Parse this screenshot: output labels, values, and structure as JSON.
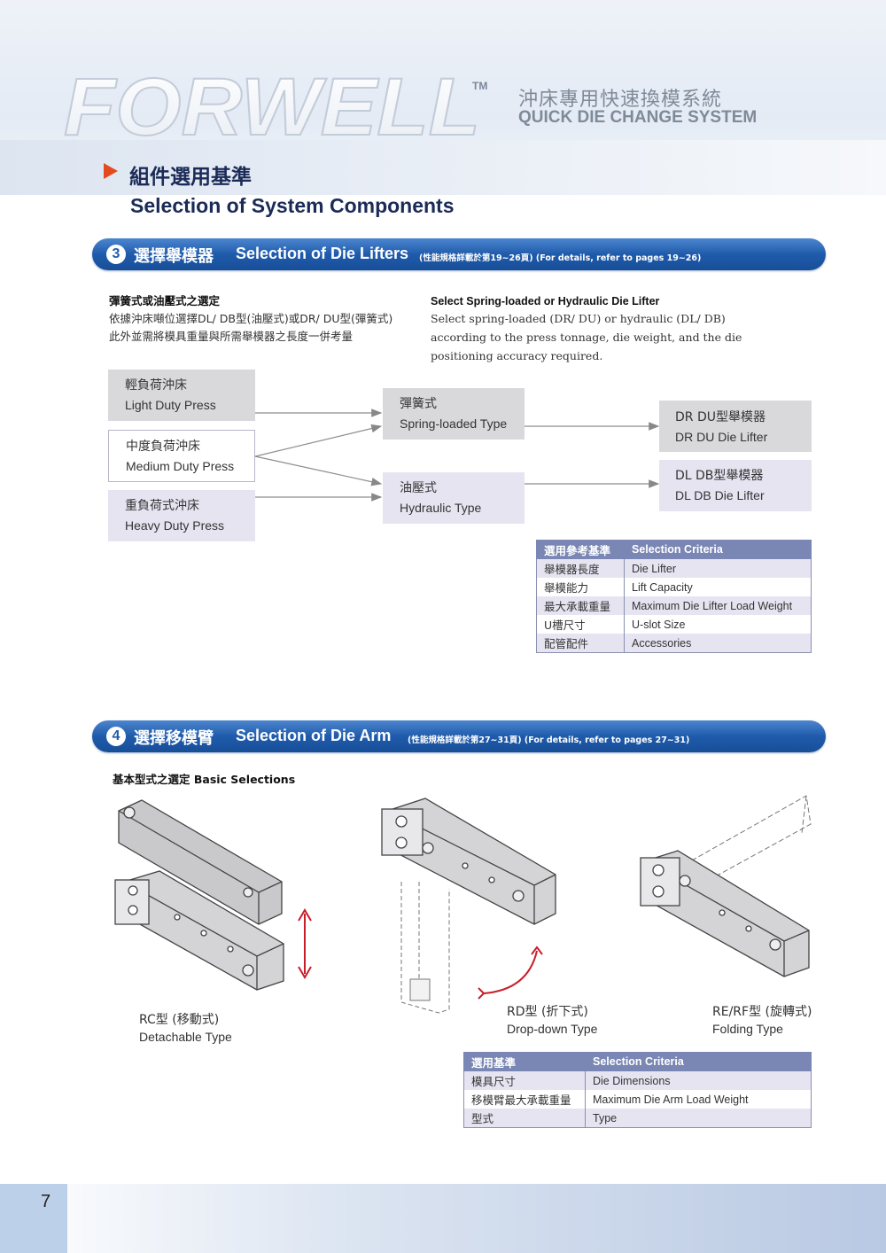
{
  "header": {
    "logo_text": "FORWELL",
    "trademark": "TM",
    "system_zh": "沖床專用快速換模系統",
    "system_en": "QUICK DIE CHANGE SYSTEM"
  },
  "page_title": {
    "zh": "組件選用基準",
    "en": "Selection of System Components"
  },
  "section3": {
    "number": "3",
    "title_zh": "選擇舉模器",
    "title_en": "Selection of Die Lifters",
    "note": "(性能規格詳載於第19~26頁) (For details, refer to pages 19~26)",
    "intro_zh_heading": "彈簧式或油壓式之選定",
    "intro_zh_line1": "依據沖床噸位選擇DL/ DB型(油壓式)或DR/ DU型(彈簧式)",
    "intro_zh_line2": "此外並需將模具重量與所需舉模器之長度一併考量",
    "intro_en_heading": "Select Spring-loaded or Hydraulic Die Lifter",
    "intro_en_line1": "Select spring-loaded (DR/ DU) or hydraulic (DL/ DB)",
    "intro_en_line2": "according to the press tonnage, die weight, and the die",
    "intro_en_line3": "positioning accuracy required.",
    "presses": [
      {
        "zh": "輕負荷沖床",
        "en": "Light Duty Press"
      },
      {
        "zh": "中度負荷沖床",
        "en": "Medium Duty Press"
      },
      {
        "zh": "重負荷式沖床",
        "en": "Heavy Duty Press"
      }
    ],
    "types": [
      {
        "zh": "彈簧式",
        "en": "Spring-loaded Type"
      },
      {
        "zh": "油壓式",
        "en": "Hydraulic Type"
      }
    ],
    "lifters": [
      {
        "zh": "DR DU型舉模器",
        "en": "DR DU Die Lifter"
      },
      {
        "zh": "DL DB型舉模器",
        "en": "DL DB Die Lifter"
      }
    ],
    "criteria": {
      "header_zh": "選用參考基準",
      "header_en": "Selection Criteria",
      "rows": [
        {
          "zh": "舉模器長度",
          "en": "Die Lifter"
        },
        {
          "zh": "舉模能力",
          "en": "Lift Capacity"
        },
        {
          "zh": "最大承載重量",
          "en": "Maximum Die Lifter Load Weight"
        },
        {
          "zh": "U槽尺寸",
          "en": "U-slot Size"
        },
        {
          "zh": "配管配件",
          "en": "Accessories"
        }
      ]
    }
  },
  "section4": {
    "number": "4",
    "title_zh": "選擇移模臂",
    "title_en": "Selection of Die Arm",
    "note": "(性能規格詳載於第27~31頁) (For details, refer to pages 27~31)",
    "basic_heading": "基本型式之選定  Basic Selections",
    "arms": [
      {
        "zh": "RC型 (移動式)",
        "en": "Detachable Type"
      },
      {
        "zh": "RD型 (折下式)",
        "en": "Drop-down Type"
      },
      {
        "zh": "RE/RF型 (旋轉式)",
        "en": "Folding Type"
      }
    ],
    "criteria": {
      "header_zh": "選用基準",
      "header_en": "Selection Criteria",
      "rows": [
        {
          "zh": "模具尺寸",
          "en": "Die Dimensions"
        },
        {
          "zh": "移模臂最大承載重量",
          "en": "Maximum Die Arm Load Weight"
        },
        {
          "zh": "型式",
          "en": "Type"
        }
      ]
    }
  },
  "footer": {
    "page_number": "7"
  },
  "colors": {
    "title_navy": "#1b2b57",
    "bar_blue": "#1f5bab",
    "accent_orange": "#e24b1f",
    "table_header": "#7a86b3",
    "lavender": "#e7e4f1"
  }
}
